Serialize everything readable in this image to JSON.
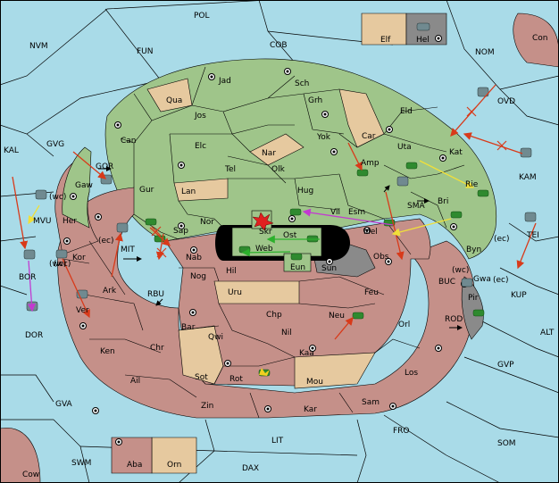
{
  "map": {
    "sea_color": "#a9dbe8",
    "colors": {
      "green": "#9fc58a",
      "tan": "#e6c99f",
      "red": "#c59089",
      "grey": "#8a8a8a"
    },
    "regions": {
      "pol": "POL",
      "nvm": "NVM",
      "fun": "FUN",
      "cob": "COB",
      "nom": "NOM",
      "con": "Con",
      "elf": "Elf",
      "hel": "Hel",
      "ovd": "OVD",
      "kal": "KAL",
      "gvg": "GVG",
      "gor": "GOR",
      "gaw": "Gaw",
      "wc1": "(wc)",
      "mvu": "MVU",
      "her": "Her",
      "ec1": "(ec)",
      "mit": "MIT",
      "bor": "BOR",
      "wc2": "(wc)",
      "kor": "Kor",
      "ark": "Ark",
      "ver": "Ver",
      "dor": "DOR",
      "rbu": "RBU",
      "ken": "Ken",
      "chr": "Chr",
      "ail": "Ail",
      "gva": "GVA",
      "zin": "Zin",
      "kar": "Kar",
      "sam": "Sam",
      "lit": "LIT",
      "fro": "FRO",
      "som": "SOM",
      "dax": "DAX",
      "swm": "SWM",
      "cow": "Cow",
      "aba": "Aba",
      "orn": "Orn",
      "qua": "Qua",
      "jad": "Jad",
      "sch": "Sch",
      "jos": "Jos",
      "grh": "Grh",
      "can": "Can",
      "elc": "Elc",
      "nar": "Nar",
      "yok": "Yok",
      "car": "Car",
      "eld": "Eld",
      "gur": "Gur",
      "tel": "Tel",
      "olk": "Olk",
      "amp": "Amp",
      "uta": "Uta",
      "kat": "Kat",
      "kam": "KAM",
      "lan": "Lan",
      "hug": "Hug",
      "vil": "Vil",
      "esm": "Esm",
      "sma": "SMA",
      "rie": "Rie",
      "bri": "Bri",
      "nor": "Nor",
      "sap": "Sap",
      "skr": "Skr",
      "ost": "Ost",
      "web": "Web",
      "mel": "Mel",
      "byn": "Byn",
      "ec2": "(ec)",
      "tei": "TEI",
      "nab": "Nab",
      "hil": "Hil",
      "eun": "Eun",
      "sun": "Sun",
      "obs": "Obs",
      "wc3": "(wc)",
      "gwa": "Gwa",
      "ec3": "(ec)",
      "buc": "BUC",
      "kup": "KUP",
      "nog": "Nog",
      "uru": "Uru",
      "feu": "Feu",
      "pir": "Pir",
      "rod": "ROD",
      "chp": "Chp",
      "neu": "Neu",
      "orl": "Orl",
      "alt": "ALT",
      "bar": "Bar",
      "qwi": "Qwi",
      "nil": "Nil",
      "kaa": "Kaa",
      "los": "Los",
      "gvp": "GVP",
      "sot": "Sot",
      "rot": "Rot",
      "mou": "Mou",
      "wc4": "(wc)"
    }
  }
}
